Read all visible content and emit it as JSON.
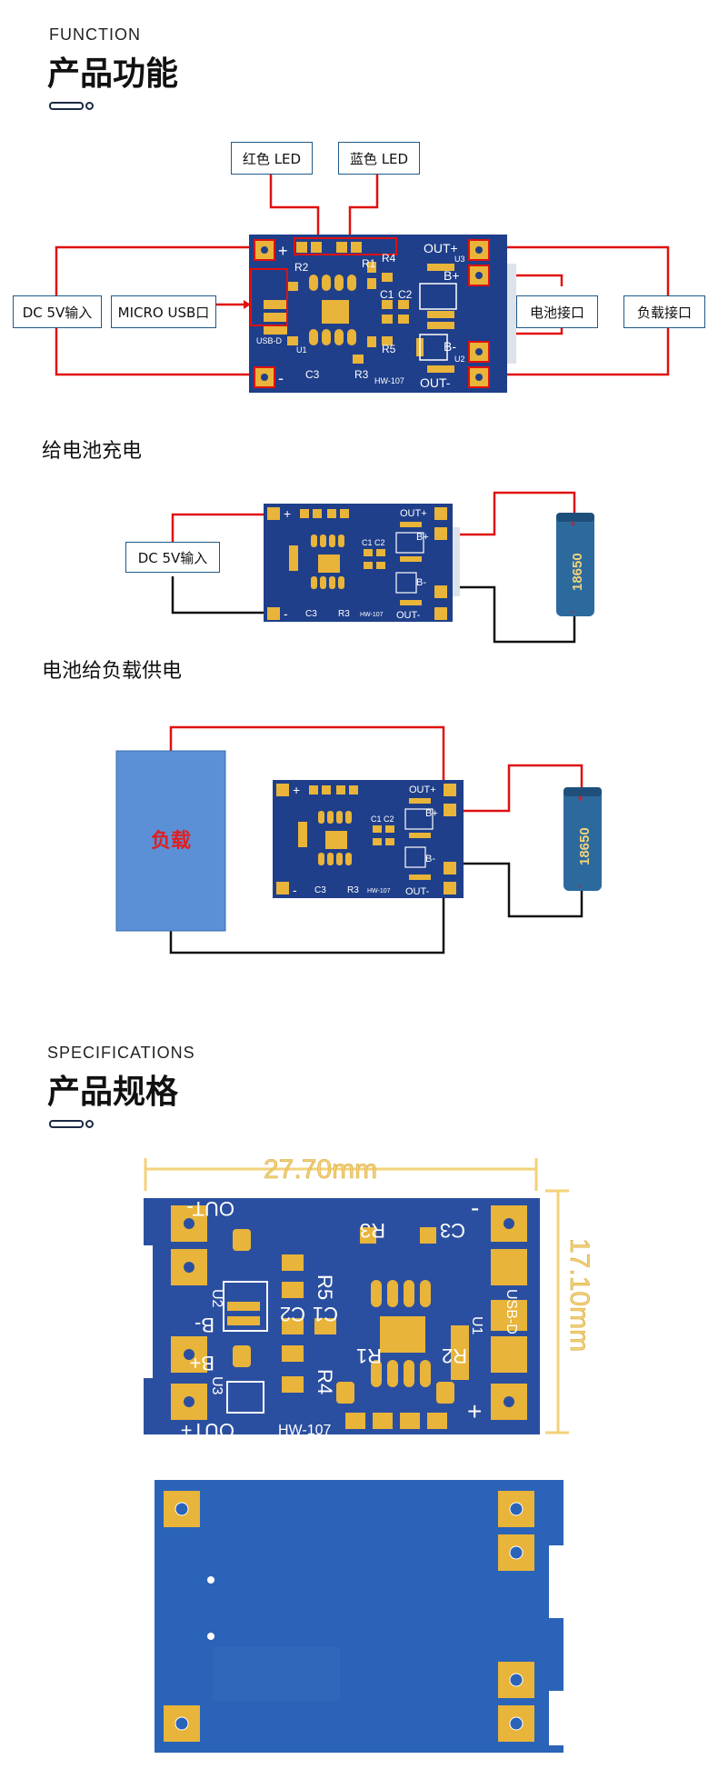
{
  "function": {
    "en": "FUNCTION",
    "cn": "产品功能"
  },
  "diagram1": {
    "labels": {
      "red_led": "红色 LED",
      "blue_led": "蓝色 LED",
      "dc_input": "DC 5V输入",
      "micro_usb": "MICRO USB口",
      "battery_port": "电池接口",
      "load_port": "负载接口"
    }
  },
  "board": {
    "silk": {
      "out_plus": "OUT+",
      "out_minus": "OUT-",
      "b_plus": "B+",
      "b_minus": "B-",
      "r1": "R1",
      "r2": "R2",
      "r3": "R3",
      "r4": "R4",
      "r5": "R5",
      "c1": "C1",
      "c2": "C2",
      "c3": "C3",
      "u1": "U1",
      "u2": "U2",
      "u3": "U3",
      "usb": "USB-D",
      "model": "HW-107",
      "plus": "+",
      "minus": "-"
    }
  },
  "charge": {
    "title": "给电池充电",
    "dc_input": "DC 5V输入",
    "battery": "18650"
  },
  "discharge": {
    "title": "电池给负载供电",
    "load": "负载",
    "battery": "18650"
  },
  "specs": {
    "en": "SPECIFICATIONS",
    "cn": "产品规格",
    "width": "27.70mm",
    "height": "17.10mm"
  },
  "colors": {
    "pcb": "#1f3f8a",
    "pad": "#e8b43a",
    "wire_red": "#e01010",
    "wire_black": "#111111",
    "battery_body": "#2c6a9e",
    "dimension": "#f3d27a"
  }
}
